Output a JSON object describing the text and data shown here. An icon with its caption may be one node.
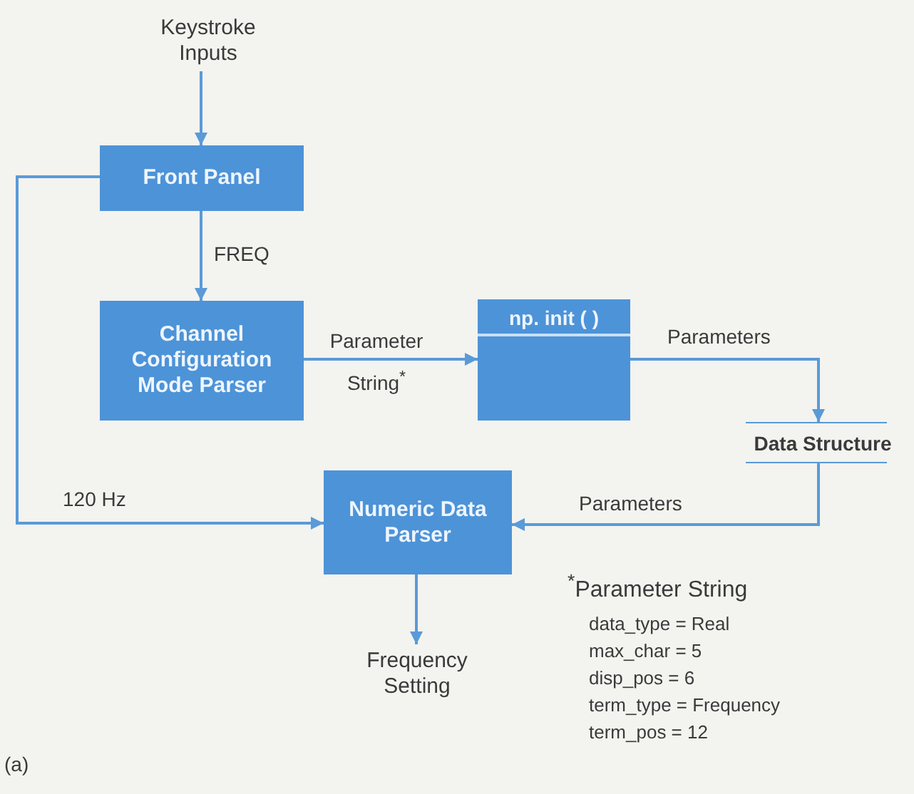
{
  "diagram": {
    "nodes": [
      {
        "text": [
          "Keystroke Inputs"
        ]
      },
      {
        "text": [
          "Front Panel"
        ]
      },
      {
        "text": [
          "Channel Configuration Mode Parser"
        ]
      },
      {
        "text": [
          "np. init ( )"
        ]
      },
      {
        "text": [
          "Data Structure"
        ]
      },
      {
        "text": [
          "Numeric Data Parser"
        ]
      },
      {
        "text": [
          "Frequency Setting"
        ]
      }
    ],
    "edges": [
      {
        "from": 0,
        "to": 1,
        "arrow": "to"
      },
      {
        "from": 1,
        "to": 2,
        "arrow": "to",
        "label": "FREQ"
      },
      {
        "from": 2,
        "to": 3,
        "arrow": "to",
        "label": "Parameter String$^{*}$"
      },
      {
        "from": 3,
        "to": 4,
        "arrow": "to",
        "label": "Parameters"
      },
      {
        "from": 4,
        "to": 5,
        "arrow": "to",
        "label": "Parameters"
      },
      {
        "from": 1,
        "to": 5,
        "arrow": "to",
        "label": "120 Hz"
      },
      {
        "from": 5,
        "to": 6,
        "arrow": "to"
      }
    ],
    "labels": [
      "$^{*}$Parameter String",
      "data_type = Real",
      "max_char = 5",
      "disp_pos = 6",
      "term_type = Frequency",
      "term_pos = 12",
      "(a)"
    ]
  }
}
